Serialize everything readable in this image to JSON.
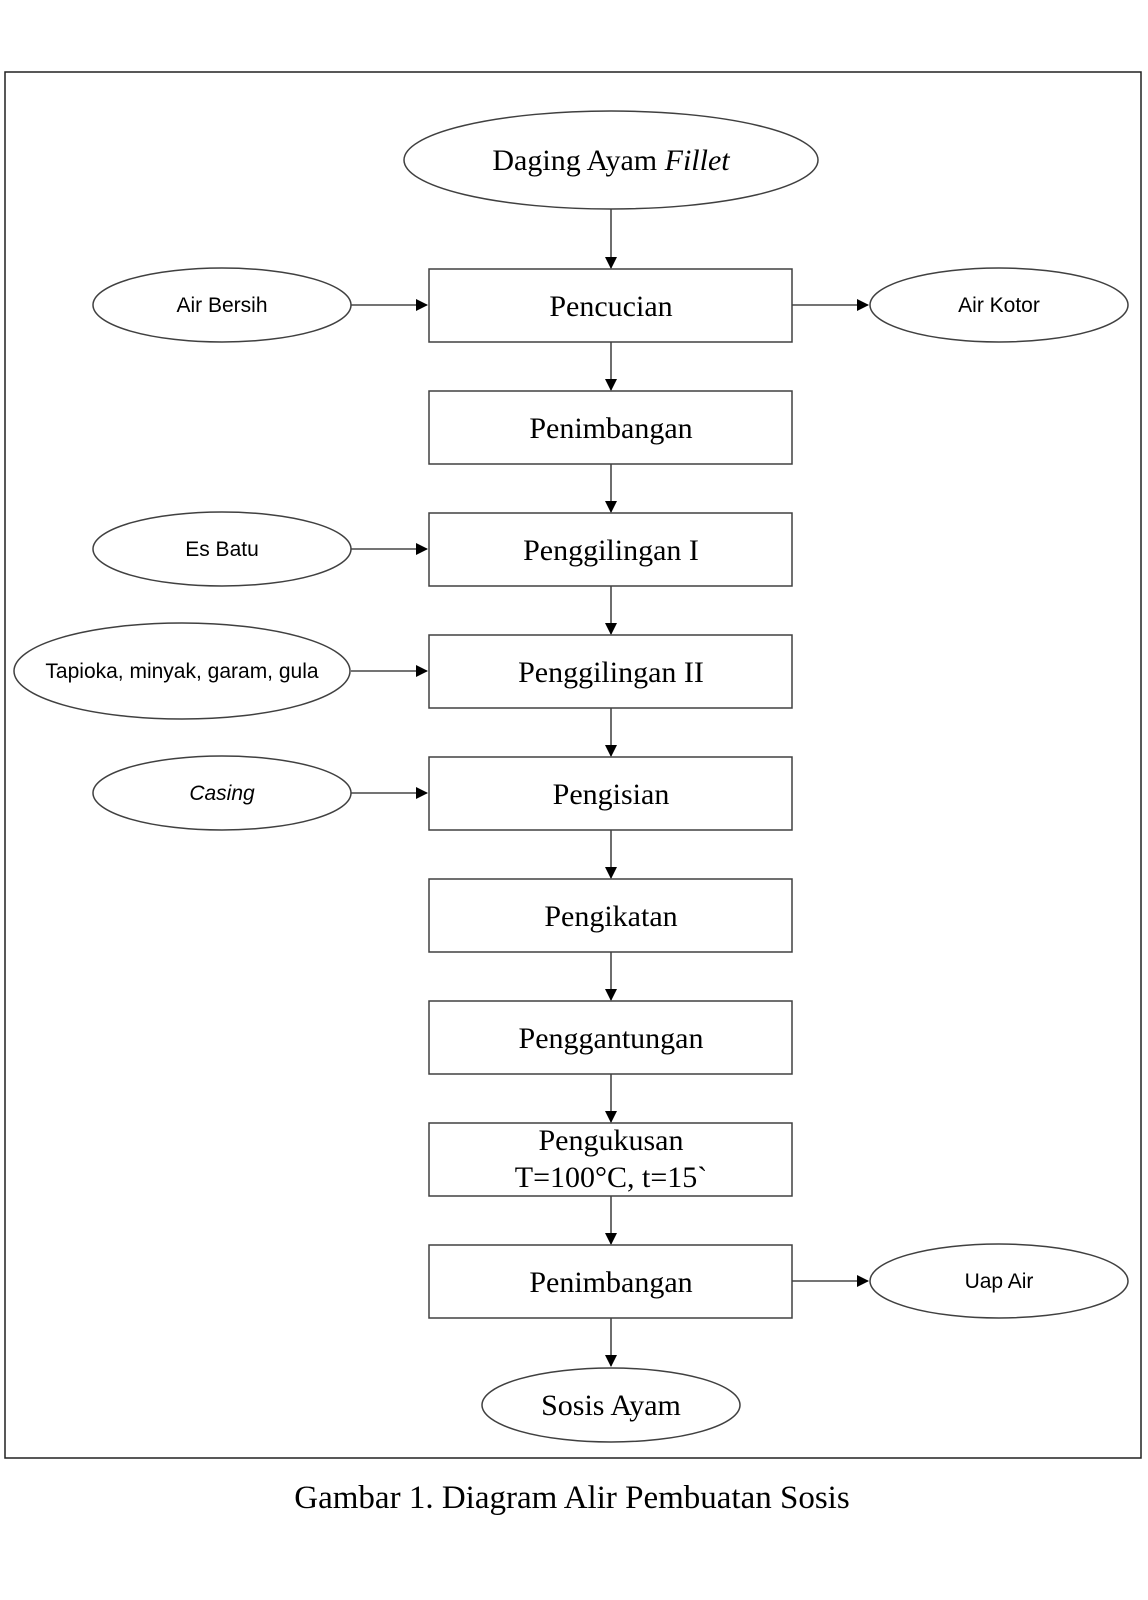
{
  "source": {
    "main": "Daging Ayam",
    "main_italic": "Fillet"
  },
  "steps": {
    "pencucian": "Pencucian",
    "penimbangan_1": "Penimbangan",
    "penggilingan_1": "Penggilingan I",
    "penggilingan_2": "Penggilingan II",
    "pengisian": "Pengisian",
    "pengikatan": "Pengikatan",
    "penggantungan": "Penggantungan",
    "pengukusan_line1": "Pengukusan",
    "pengukusan_line2": "T=100°C, t=15`",
    "penimbangan_2": "Penimbangan"
  },
  "inputs": {
    "air_bersih": "Air Bersih",
    "es_batu": "Es Batu",
    "bumbu": "Tapioka, minyak, garam, gula",
    "casing": "Casing"
  },
  "outputs": {
    "air_kotor": "Air Kotor",
    "uap_air": "Uap Air"
  },
  "product": "Sosis Ayam",
  "caption": "Gambar 1. Diagram Alir Pembuatan Sosis"
}
